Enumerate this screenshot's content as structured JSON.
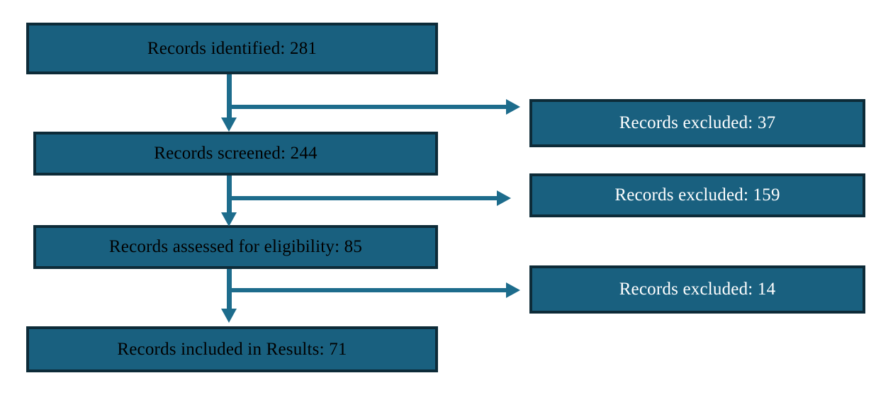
{
  "diagram": {
    "type": "prisma-flow-diagram",
    "colors": {
      "box_fill": "#19607F",
      "box_border": "#0D2B38",
      "connector": "#1D6C8C",
      "left_text": "#000000",
      "right_text": "#FFFFFF",
      "background": "#FFFFFF"
    },
    "main_flow": [
      {
        "id": "identified",
        "label": "Records identified: 281"
      },
      {
        "id": "screened",
        "label": "Records screened: 244"
      },
      {
        "id": "eligibility",
        "label": "Records assessed for eligibility: 85"
      },
      {
        "id": "included",
        "label": "Records included in Results: 71"
      }
    ],
    "excluded_flow": [
      {
        "id": "excluded-1",
        "label": "Records excluded: 37"
      },
      {
        "id": "excluded-2",
        "label": "Records excluded: 159"
      },
      {
        "id": "excluded-3",
        "label": "Records excluded: 14"
      }
    ]
  }
}
